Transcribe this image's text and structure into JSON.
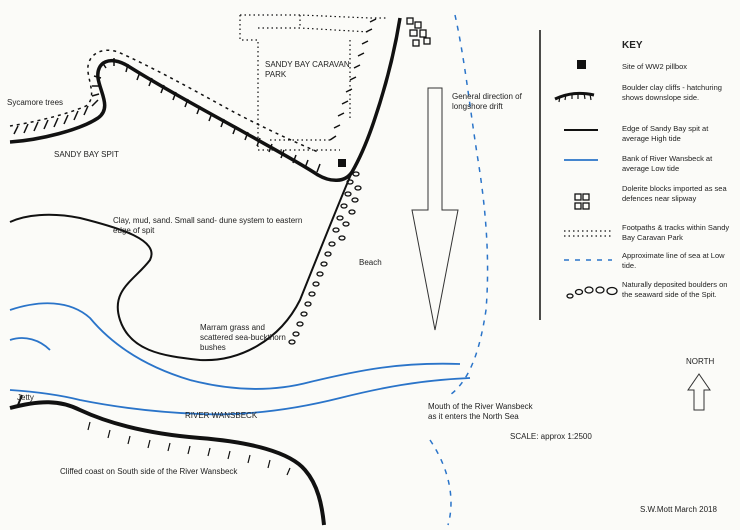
{
  "map": {
    "labels": {
      "sycamore": "Sycamore trees",
      "spit": "SANDY BAY SPIT",
      "caravan_park": "SANDY BAY CARAVAN PARK",
      "drift": "General direction of longshore drift",
      "clay": "Clay, mud, sand. Small sand- dune system to eastern edge of spit",
      "beach": "Beach",
      "marram": "Marram grass and scattered sea-buckthorn bushes",
      "jetty": "Jetty",
      "river": "RIVER WANSBECK",
      "mouth": "Mouth of the River Wansbeck as it enters the North Sea",
      "scale": "SCALE: approx 1:2500",
      "cliffed_coast": "Cliffed coast on South side of the River Wansbeck",
      "north": "NORTH",
      "author": "S.W.Mott March 2018"
    },
    "colors": {
      "river_bank": "#2a74c9",
      "ink": "#111111"
    }
  },
  "key": {
    "title": "KEY",
    "items": [
      {
        "symbol": "square-icon",
        "text": "Site of WW2 pillbox"
      },
      {
        "symbol": "hatched-cliff-icon",
        "text": "Boulder clay cliffs - hatchuring shows downslope side."
      },
      {
        "symbol": "black-line-icon",
        "text": "Edge of Sandy Bay spit at average High tide"
      },
      {
        "symbol": "blue-line-icon",
        "text": "Bank of River Wansbeck at average Low tide"
      },
      {
        "symbol": "blocks-icon",
        "text": "Dolerite blocks imported as sea defences near slipway"
      },
      {
        "symbol": "dotted-path-icon",
        "text": "Footpaths & tracks within Sandy Bay Caravan Park"
      },
      {
        "symbol": "blue-dashed-icon",
        "text": "Approximate line of sea at Low tide."
      },
      {
        "symbol": "boulders-icon",
        "text": "Naturally deposited boulders on the seaward side of the Spit."
      }
    ]
  }
}
